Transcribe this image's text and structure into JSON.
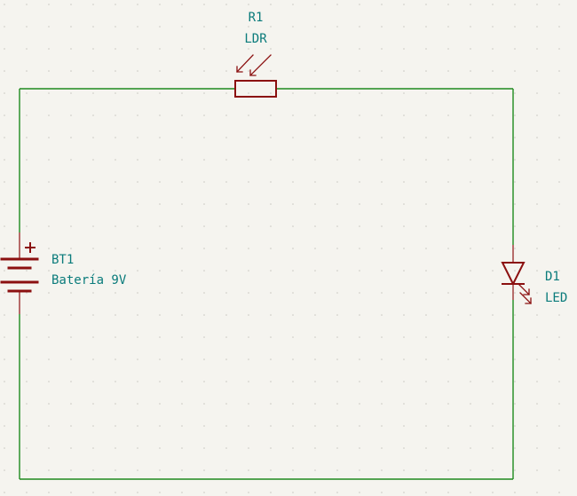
{
  "components": {
    "r1": {
      "reference": "R1",
      "value": "LDR"
    },
    "bt1": {
      "reference": "BT1",
      "value": "Batería 9V"
    },
    "d1": {
      "reference": "D1",
      "value": "LED"
    }
  },
  "colors": {
    "background": "#f5f4ef",
    "wire": "#1e8a1e",
    "symbol": "#8b1010",
    "label": "#0a7b7b",
    "grid_dot": "#c9c8c2"
  }
}
